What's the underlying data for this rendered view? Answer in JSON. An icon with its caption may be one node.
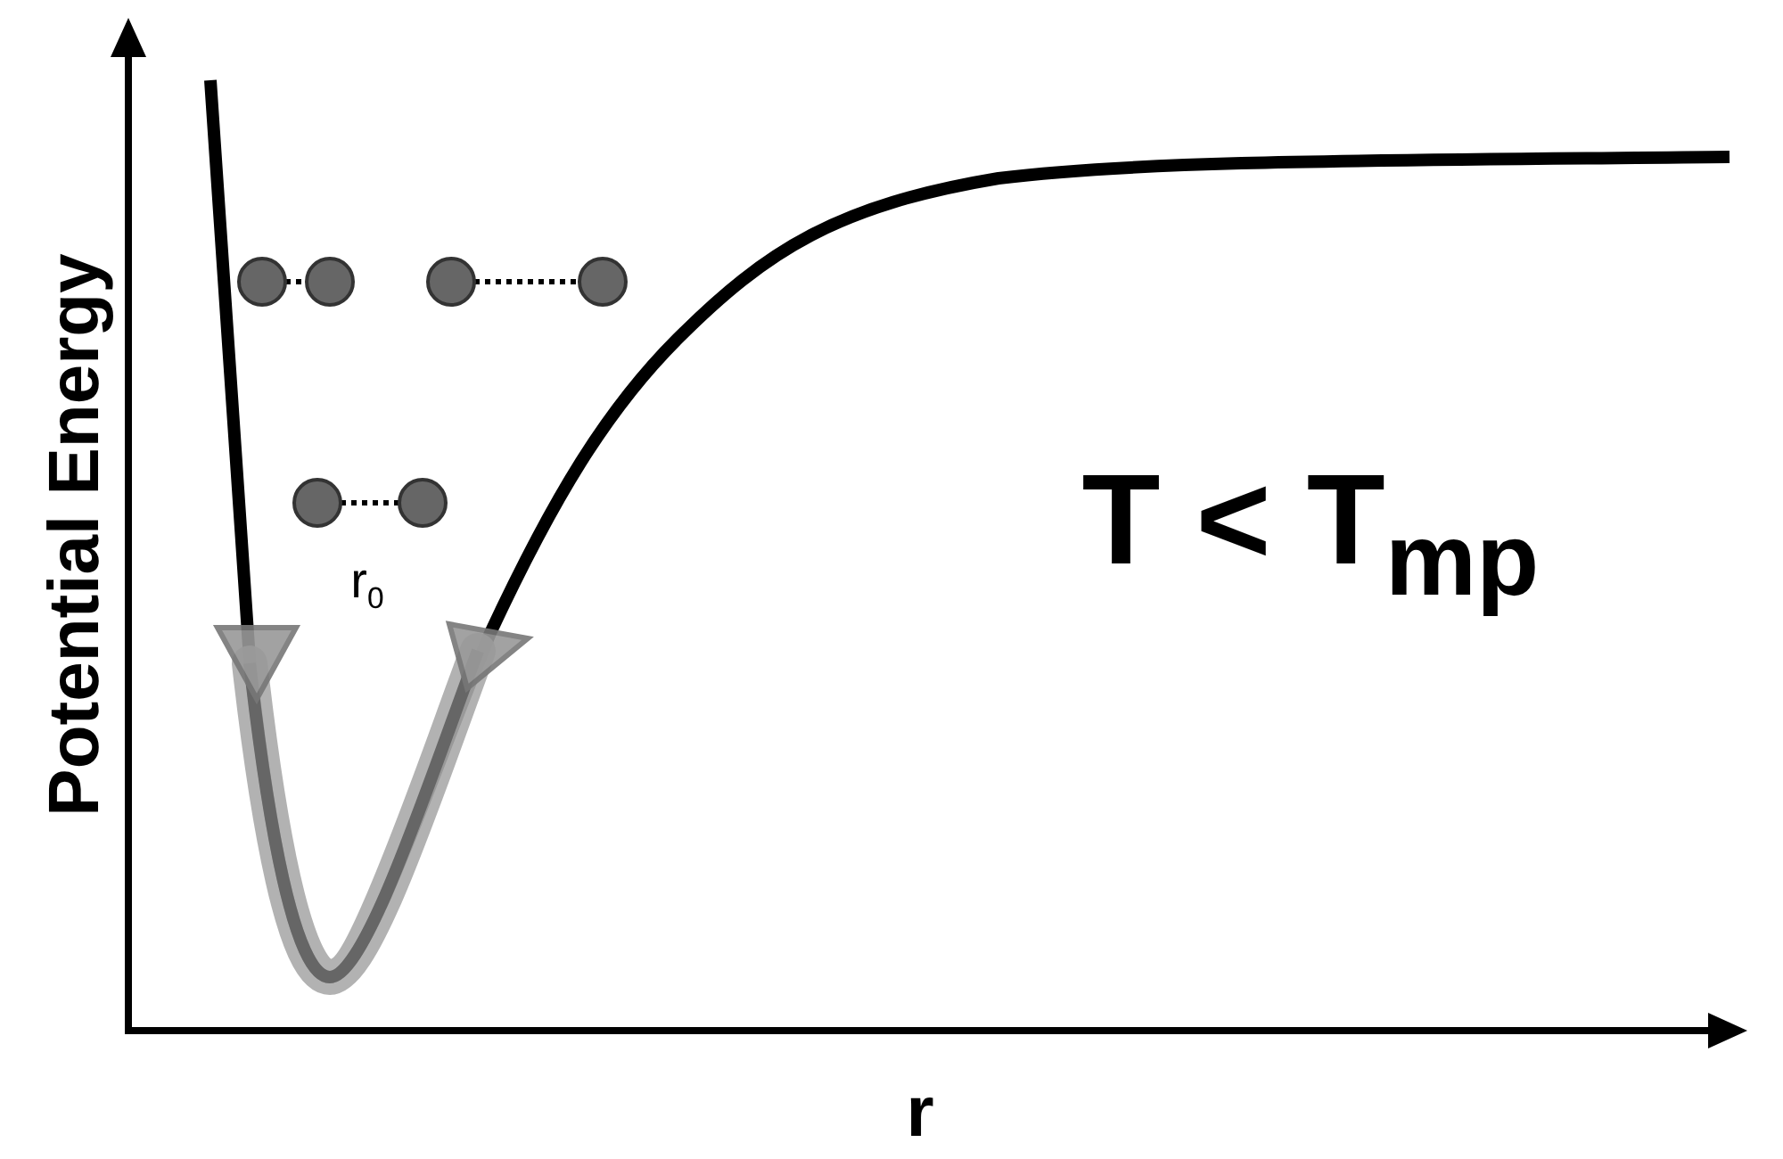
{
  "diagram": {
    "labels": [
      "Potential Energy",
      "r$_{0}$",
      "T < T$_{mp}$",
      "r"
    ]
  }
}
